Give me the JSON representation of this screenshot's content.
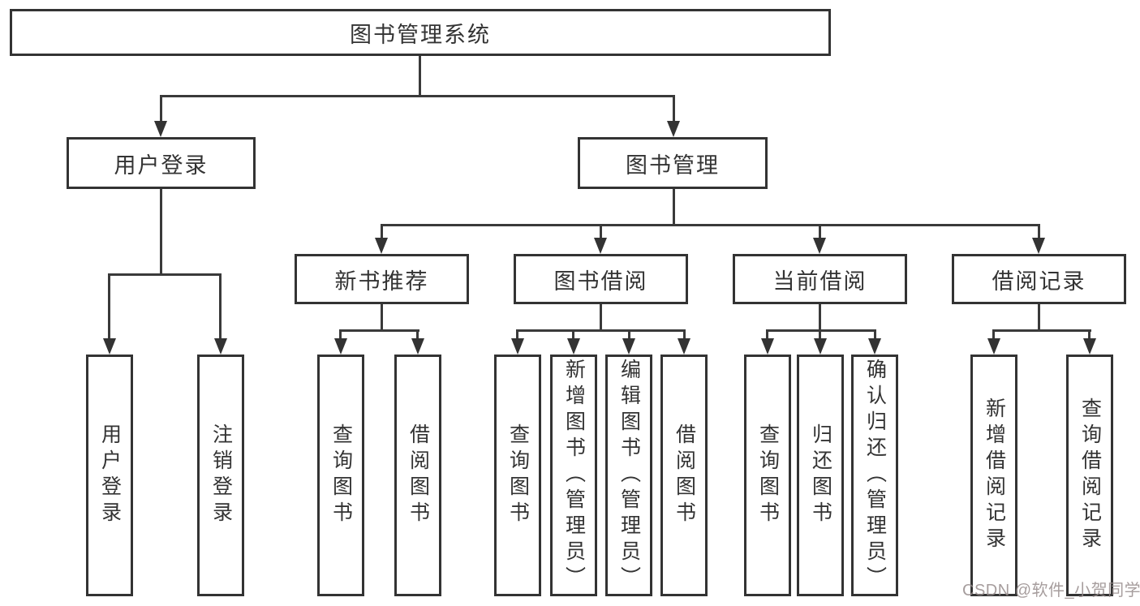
{
  "diagram": {
    "title": "图书管理系统",
    "root": {
      "label": "图书管理系统"
    },
    "branches": [
      {
        "label": "用户登录",
        "children": [
          {
            "label": "用户登录"
          },
          {
            "label": "注销登录"
          }
        ]
      },
      {
        "label": "图书管理",
        "children": [
          {
            "label": "新书推荐",
            "children": [
              {
                "label": "查询图书"
              },
              {
                "label": "借阅图书"
              }
            ]
          },
          {
            "label": "图书借阅",
            "children": [
              {
                "label": "查询图书"
              },
              {
                "label": "新增图书（管理员）"
              },
              {
                "label": "编辑图书（管理员）"
              },
              {
                "label": "借阅图书"
              }
            ]
          },
          {
            "label": "当前借阅",
            "children": [
              {
                "label": "查询图书"
              },
              {
                "label": "归还图书"
              },
              {
                "label": "确认归还（管理员）"
              }
            ]
          },
          {
            "label": "借阅记录",
            "children": [
              {
                "label": "新增借阅记录"
              },
              {
                "label": "查询借阅记录"
              }
            ]
          }
        ]
      }
    ]
  },
  "watermark": {
    "text": "CSDN @软件_小贺同学"
  },
  "colors": {
    "background": "#ffffff",
    "line": "#3a3a3a",
    "border": "#333333",
    "text": "#333333",
    "watermark": "#968c8c"
  }
}
